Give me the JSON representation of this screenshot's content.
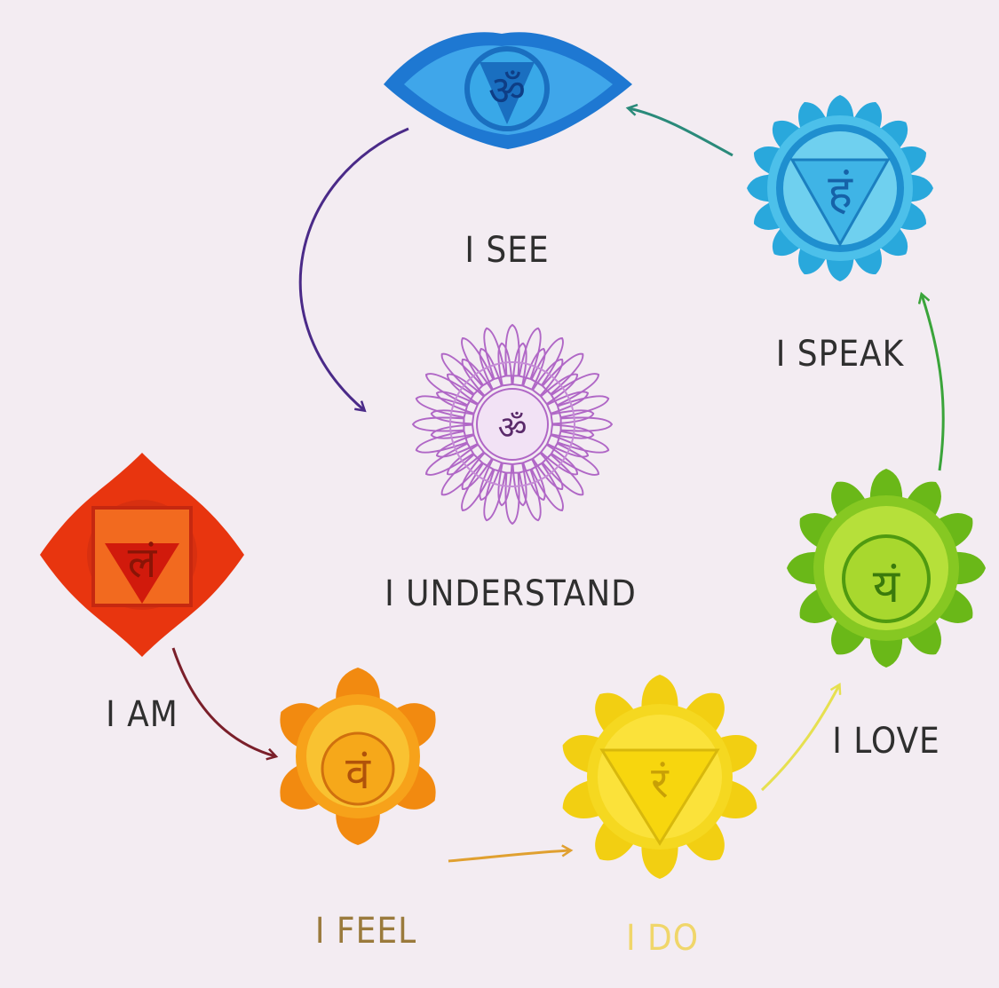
{
  "diagram": {
    "chakras": [
      {
        "id": "root",
        "label": "I AM",
        "symbol": "लं",
        "color": "#e8350f",
        "inner": "#f26a1f"
      },
      {
        "id": "sacral",
        "label": "I FEEL",
        "symbol": "वं",
        "color": "#f28a10",
        "inner": "#f9b21e"
      },
      {
        "id": "solar",
        "label": "I DO",
        "symbol": "रं",
        "color": "#f2cf12",
        "inner": "#fbe23a"
      },
      {
        "id": "heart",
        "label": "I LOVE",
        "symbol": "यं",
        "color": "#6ab818",
        "inner": "#a3d62a"
      },
      {
        "id": "throat",
        "label": "I SPEAK",
        "symbol": "हं",
        "color": "#29a8dc",
        "inner": "#6fd0ef"
      },
      {
        "id": "third-eye",
        "label": "I SEE",
        "symbol": "ॐ",
        "color": "#1e78d2",
        "inner": "#3fa6ea"
      },
      {
        "id": "crown",
        "label": "I UNDERSTAND",
        "symbol": "ॐ",
        "color": "#b067c6",
        "inner": "#e6c8ee"
      }
    ],
    "label_colors": {
      "dark": "#2f2f2f",
      "feel": "#9a7a3c",
      "do": "#f0d66a"
    }
  }
}
